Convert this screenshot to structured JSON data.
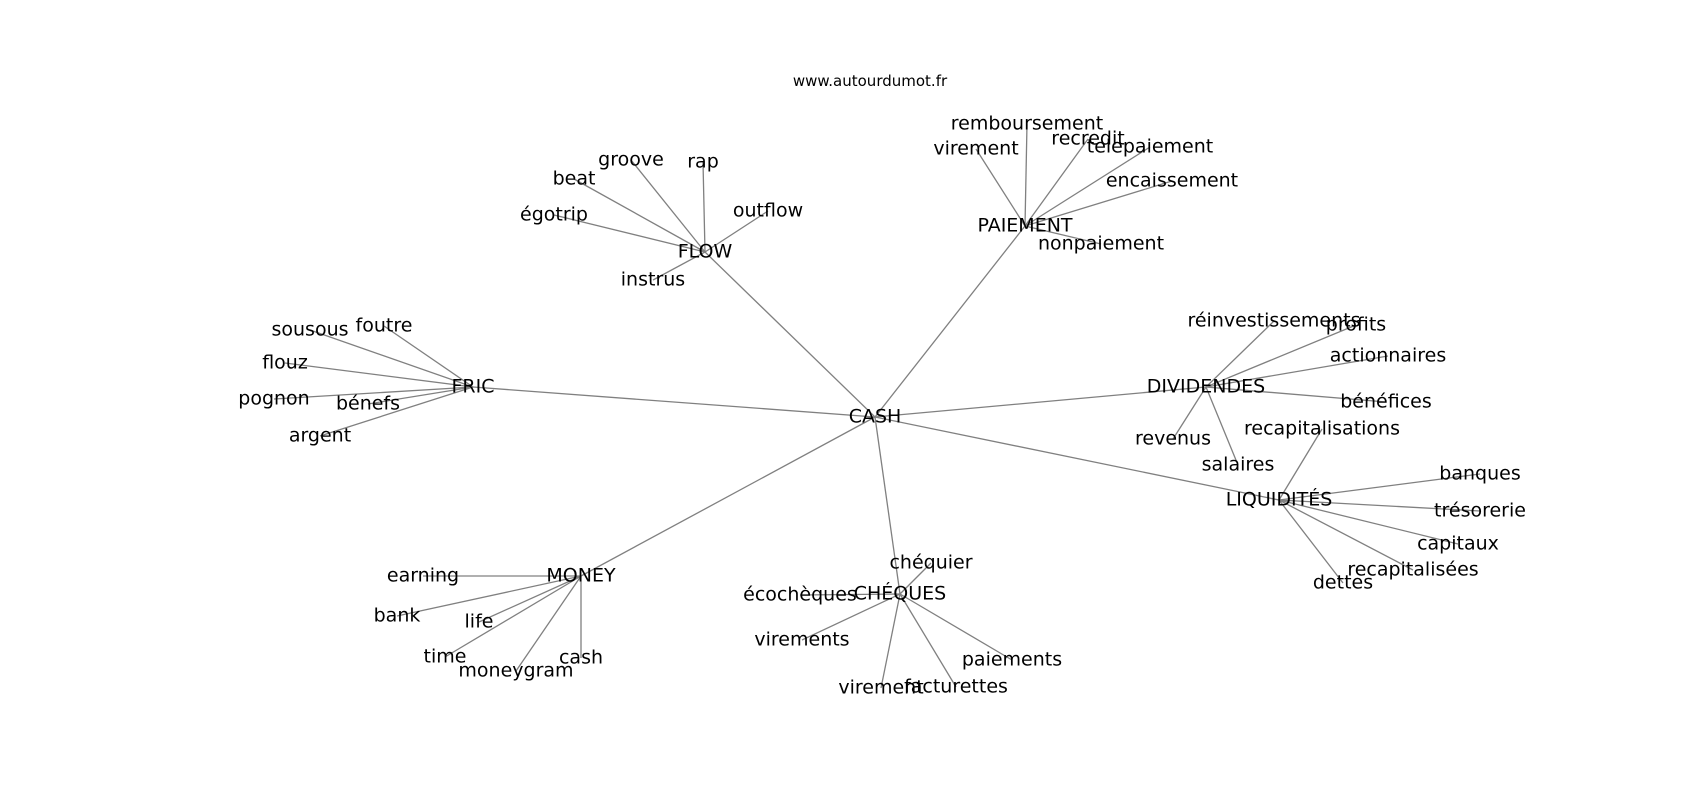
{
  "source": "www.autourdumot.fr",
  "colors": {
    "edge": "#808080",
    "text": "#000000",
    "background": "#ffffff"
  },
  "center": "CASH",
  "clusters": [
    {
      "label": "FLOW",
      "words": [
        "groove",
        "rap",
        "beat",
        "égotrip",
        "outflow",
        "instrus"
      ]
    },
    {
      "label": "PAIEMENT",
      "words": [
        "remboursement",
        "virement",
        "recredit",
        "telepaiement",
        "encaissement",
        "nonpaiement"
      ]
    },
    {
      "label": "FRIC",
      "words": [
        "sousous",
        "foutre",
        "flouz",
        "pognon",
        "bénefs",
        "argent"
      ]
    },
    {
      "label": "DIVIDENDES",
      "words": [
        "réinvestissements",
        "profits",
        "actionnaires",
        "bénéfices",
        "revenus",
        "salaires"
      ]
    },
    {
      "label": "LIQUIDITÉS",
      "words": [
        "recapitalisations",
        "banques",
        "trésorerie",
        "capitaux",
        "recapitalisées",
        "dettes"
      ]
    },
    {
      "label": "MONEY",
      "words": [
        "earning",
        "bank",
        "life",
        "time",
        "moneygram",
        "cash"
      ]
    },
    {
      "label": "CHÉQUES",
      "words": [
        "chéquier",
        "écochèques",
        "virements",
        "paiements",
        "virement",
        "facturettes"
      ]
    }
  ]
}
